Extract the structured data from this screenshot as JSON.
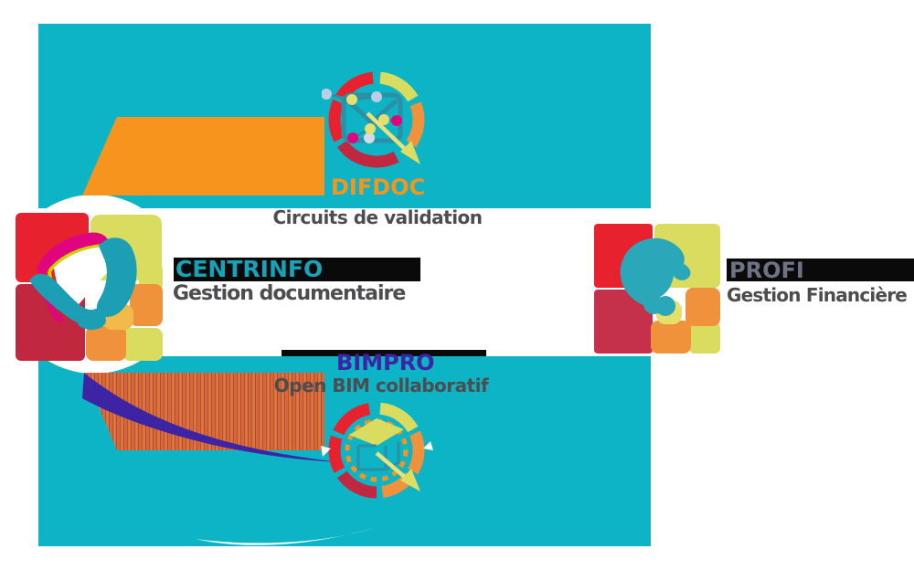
{
  "diagram": {
    "title_note": "",
    "products": [
      {
        "id": "difdoc",
        "name": "DIFDOC",
        "tagline": "Circuits de validation"
      },
      {
        "id": "centrinfo",
        "name": "CENTRINFO",
        "tagline": "Gestion documentaire"
      },
      {
        "id": "profi",
        "name": "PROFI",
        "tagline": "Gestion Financière"
      },
      {
        "id": "bimpro",
        "name": "BIMPRO",
        "tagline": "Open BIM collaboratif"
      }
    ],
    "colors": {
      "teal_bg": "#0cb4c5",
      "orange": "#f7941d",
      "orange_deep": "#f0913b",
      "red": "#e8212e",
      "crimson": "#c22740",
      "lime": "#d9dc5f",
      "magenta": "#e0047f",
      "purple": "#3d24a5",
      "light_blue": "#b9cfe6",
      "banner_black": "#0a0a0a",
      "text_gray": "#4d4d4f",
      "centrinfo_teal": "#17a2b8",
      "profi_gray": "#6e7384",
      "inner_teal": "#2b90a5"
    }
  }
}
